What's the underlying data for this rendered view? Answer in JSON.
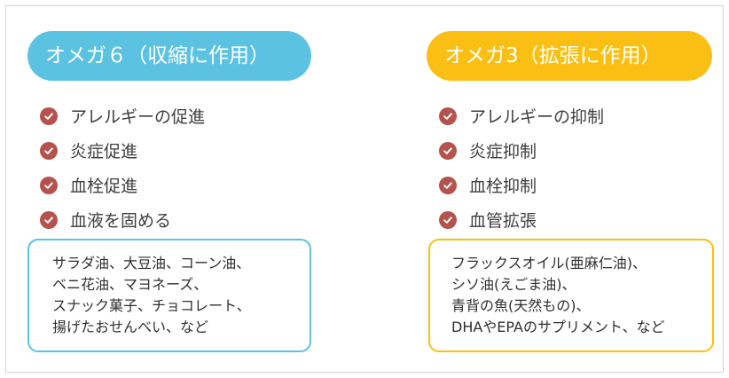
{
  "colors": {
    "omega6": "#5bc2e2",
    "omega3": "#fbbf13",
    "check": "#b5524e"
  },
  "left": {
    "title": "オメガ６（収縮に作用）",
    "effects": [
      "アレルギーの促進",
      "炎症促進",
      "血栓促進",
      "血液を固める"
    ],
    "foods": [
      "サラダ油、大豆油、コーン油、",
      "ベニ花油、マヨネーズ、",
      "スナック菓子、チョコレート、",
      "揚げたおせんべい、など"
    ]
  },
  "right": {
    "title": "オメガ3（拡張に作用）",
    "effects": [
      "アレルギーの抑制",
      "炎症抑制",
      "血栓抑制",
      "血管拡張"
    ],
    "foods": [
      "フラックスオイル(亜麻仁油)、",
      "シソ油(えごま油)、",
      "青背の魚(天然もの)、",
      "DHAやEPAのサプリメント、など"
    ]
  }
}
